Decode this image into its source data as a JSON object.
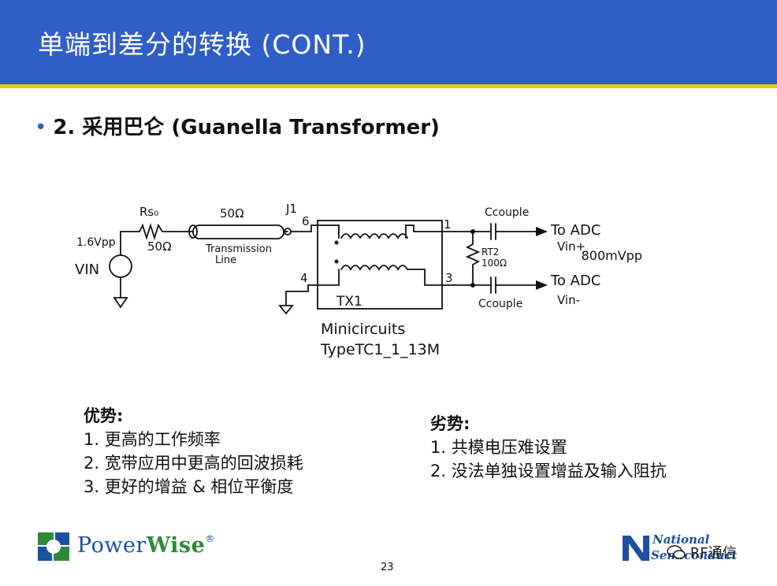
{
  "slide": {
    "title": "单端到差分的转换 (CONT.)",
    "bullet_marker": "•",
    "bullet": "2. 采用巴仑 (Guanella Transformer)",
    "page_number": "23"
  },
  "circuit": {
    "labels": {
      "rs": "Rs₀",
      "rs_value": "50Ω",
      "line_z": "50Ω",
      "j1": "J1",
      "pin6": "6",
      "pin4": "4",
      "pin1": "1",
      "pin3": "3",
      "source_v": "1.6Vpp",
      "vin": "VIN",
      "tline": "Transmission",
      "tline2": "Line",
      "tx": "TX1",
      "mfr": "Minicircuits",
      "type": "TypeTC1_1_13M",
      "ccouple_top": "Ccouple",
      "ccouple_bot": "Ccouple",
      "rt": "RT2",
      "rt_value": "100Ω",
      "to_adc_top": "To ADC",
      "vin_plus": "Vin+",
      "to_adc_bot": "To ADC",
      "vin_minus": "Vin-",
      "swing": "800mVpp"
    }
  },
  "advantages": {
    "heading": "优势:",
    "items": [
      "1. 更高的工作频率",
      "2. 宽带应用中更高的回波损耗",
      "3. 更好的增益 & 相位平衡度"
    ]
  },
  "disadvantages": {
    "heading": "劣势:",
    "items": [
      "1. 共模电压难设置",
      "2. 没法单独设置增益及输入阻抗"
    ]
  },
  "footer": {
    "powerwise_a": "Power",
    "powerwise_b": "Wise",
    "trademark": "®",
    "national": "National",
    "semiconductor": "Semiconductor",
    "watermark": "RF通信"
  },
  "colors": {
    "title_bar": "#2f5fc6",
    "title_rule": "#f2c418",
    "powerwise_blue": "#1c4fa0",
    "powerwise_green": "#2e8b3a"
  }
}
